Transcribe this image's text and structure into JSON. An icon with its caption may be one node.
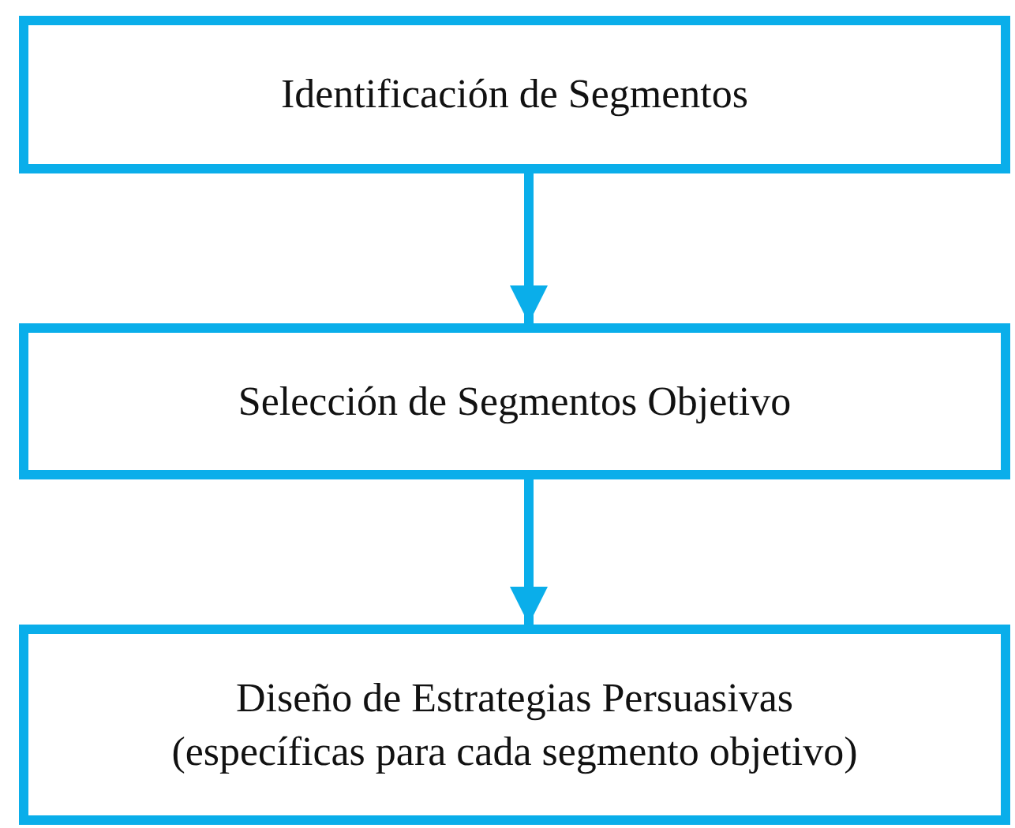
{
  "diagram": {
    "nodes": [
      {
        "text": [
          "Identificación de Segmentos"
        ]
      },
      {
        "text": [
          "Selección de Segmentos Objetivo"
        ]
      },
      {
        "text": [
          "Diseño de Estrategias Persuasivas (específicas para cada segmento objetivo)"
        ]
      }
    ],
    "edges": [
      {
        "from": 0,
        "to": 1,
        "arrow": "to"
      },
      {
        "from": 1,
        "to": 2,
        "arrow": "to"
      }
    ]
  }
}
